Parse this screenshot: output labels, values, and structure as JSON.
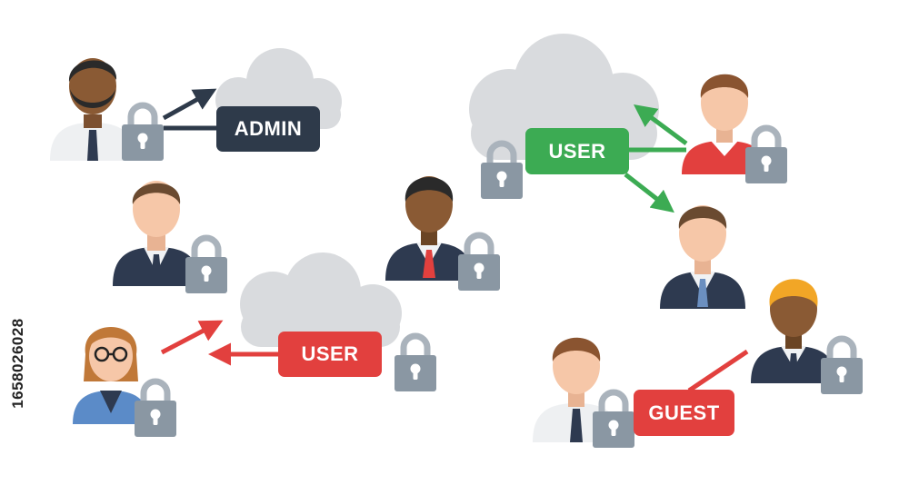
{
  "labels": {
    "admin": "ADMIN",
    "user_green": "USER",
    "user_red": "USER",
    "guest": "GUEST"
  },
  "watermark_id": "1658026028",
  "colors": {
    "admin": "#2e3a4a",
    "user_green": "#3cab53",
    "user_red": "#e2403e",
    "guest": "#e2403e",
    "cloud": "#d9dbde",
    "lock_body": "#8a97a3",
    "lock_shackle": "#aab3bc",
    "suit_navy": "#2e3a50",
    "skin_light": "#f6c7a8",
    "skin_dark": "#8a5a34",
    "hair_brown": "#6a4a30",
    "hair_dark": "#2a2a2a",
    "hair_blonde": "#f2a626"
  },
  "icons": [
    "person-icon",
    "cloud-icon",
    "padlock-icon",
    "arrow-icon"
  ]
}
